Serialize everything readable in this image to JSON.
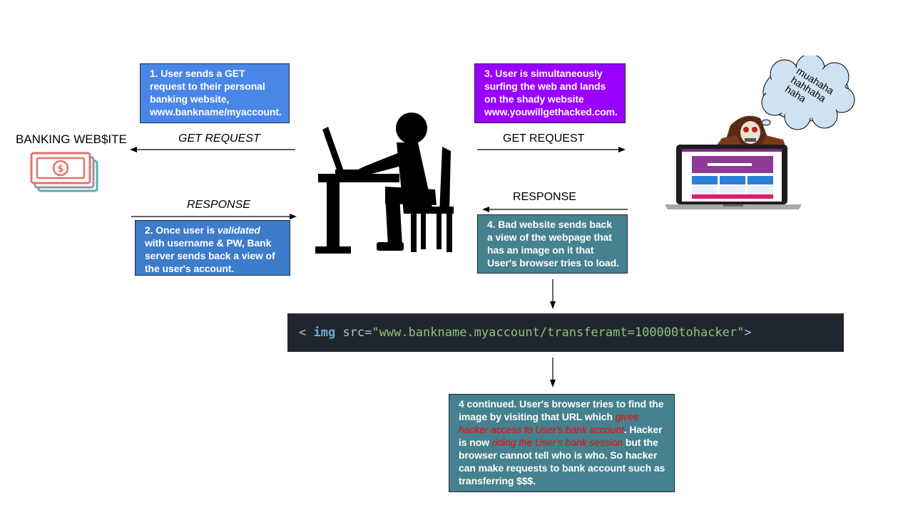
{
  "banking_label": "BANKING WEB$ITE",
  "arrows": {
    "get_left": "GET REQUEST",
    "response_left": "RESPONSE",
    "get_right": "GET REQUEST",
    "response_right": "RESPONSE"
  },
  "step1": {
    "prefix": "1.  User sends a ",
    "bold": "GET request",
    "suffix": " to their personal banking website, www.bankname/myaccount."
  },
  "step2": {
    "prefix": "2. Once user is ",
    "italic": "validated",
    "middle": " with username & PW, Bank server sends back a ",
    "bold": "view",
    "suffix": " of the user's account."
  },
  "step3": {
    "text": "3.  User is simultaneously surfing the web and lands on the shady website www.youwillgethacked.com."
  },
  "step4": {
    "text": "4.  Bad website sends back a view of the webpage that has an image on it that User's browser tries to load."
  },
  "code": {
    "open": "< ",
    "tag": "img",
    "attr": " src=",
    "value": "\"www.bankname.myaccount/transferamt=100000tohacker\"",
    "close": ">"
  },
  "step4c": {
    "p1": "4 continued.  User's browser tries to find the image by visiting that URL which ",
    "r1": "gives hacker access to User's bank account",
    "p2": ". Hacker is now ",
    "r2": "riding the User's bank session",
    "p3": " but the browser cannot tell who is who. So hacker can make requests to bank account such as transferring $$$."
  },
  "bubble": "muahaha\nhahhaha\nhaha",
  "colors": {
    "step1": "#4a86e8",
    "step2": "#3d7bcb",
    "step3": "#9900ff",
    "step4": "#45818e",
    "red_text": "#ff0000",
    "code_bg": "#20262e",
    "money": "#e0736a",
    "money_teal": "#4fb5a6"
  }
}
